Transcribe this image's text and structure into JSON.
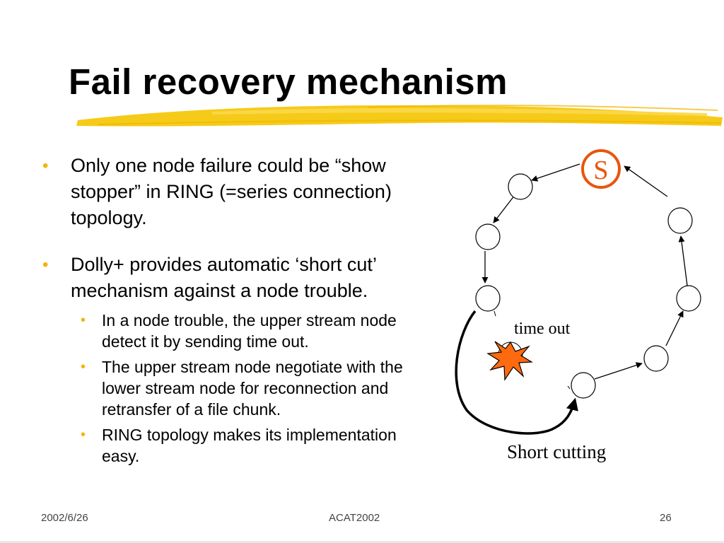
{
  "slide": {
    "title": "Fail recovery mechanism",
    "bullets": [
      "Only one node failure could be “show stopper” in RING (=series connection) topology.",
      "Dolly+ provides automatic ‘short cut’ mechanism against a node trouble."
    ],
    "sub_bullets": [
      "In a node trouble, the upper stream node detect it by sending time out.",
      "The upper stream node negotiate with the lower stream node for reconnection and retransfer of a file chunk.",
      "RING topology makes its implementation easy."
    ]
  },
  "diagram": {
    "source_label": "S",
    "timeout_label": "time out",
    "shortcut_label": "Short cutting",
    "colors": {
      "source": "#e8550c",
      "burst_fill": "#ff6a0e",
      "brush": "#f5c400"
    }
  },
  "footer": {
    "date": "2002/6/26",
    "conference": "ACAT2002",
    "page": "26"
  }
}
